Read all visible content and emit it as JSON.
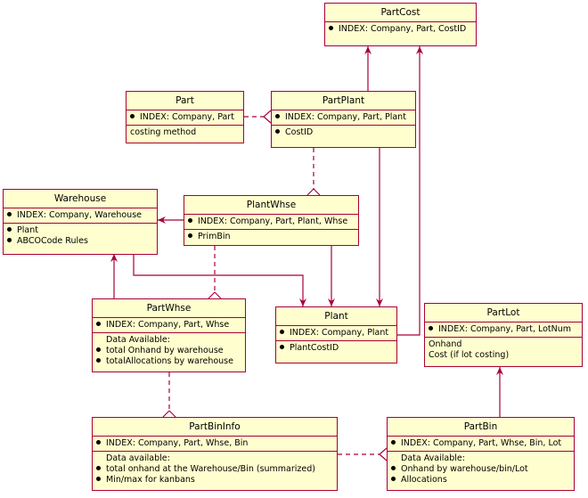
{
  "entities": {
    "partcost": {
      "title": "PartCost",
      "sec1": [
        "INDEX: Company, Part, CostID"
      ]
    },
    "part": {
      "title": "Part",
      "sec1": [
        "INDEX: Company, Part"
      ],
      "sec2": [
        "costing method"
      ]
    },
    "partplant": {
      "title": "PartPlant",
      "sec1": [
        "INDEX: Company, Part, Plant"
      ],
      "sec2": [
        "CostID"
      ]
    },
    "warehouse": {
      "title": "Warehouse",
      "sec1": [
        "INDEX: Company, Warehouse"
      ],
      "sec2": [
        "Plant",
        "ABCOCode Rules"
      ]
    },
    "plantwhse": {
      "title": "PlantWhse",
      "sec1": [
        "INDEX: Company, Part, Plant, Whse"
      ],
      "sec2": [
        "PrimBin"
      ]
    },
    "partwhse": {
      "title": "PartWhse",
      "sec1": [
        "INDEX: Company, Part, Whse"
      ],
      "sec2_note": "Data Available:",
      "sec2": [
        "total Onhand by warehouse",
        "totalAllocations by warehouse"
      ]
    },
    "plant": {
      "title": "Plant",
      "sec1": [
        "INDEX: Company, Plant"
      ],
      "sec2": [
        "PlantCostID"
      ]
    },
    "partlot": {
      "title": "PartLot",
      "sec1": [
        "INDEX: Company, Part, LotNum"
      ],
      "sec2": [
        "Onhand",
        "Cost (if lot costing)"
      ]
    },
    "partbininfo": {
      "title": "PartBinInfo",
      "sec1": [
        "INDEX: Company, Part, Whse, Bin"
      ],
      "sec2_note": "Data available:",
      "sec2": [
        "total onhand at the Warehouse/Bin (summarized)",
        "Min/max for kanbans"
      ]
    },
    "partbin": {
      "title": "PartBin",
      "sec1": [
        "INDEX: Company, Part, Whse, Bin, Lot"
      ],
      "sec2_note": "Data Available:",
      "sec2": [
        "Onhand by warehouse/bin/Lot",
        "Allocations"
      ]
    }
  },
  "colors": {
    "border": "#A80036",
    "fill": "#FEFECE"
  }
}
